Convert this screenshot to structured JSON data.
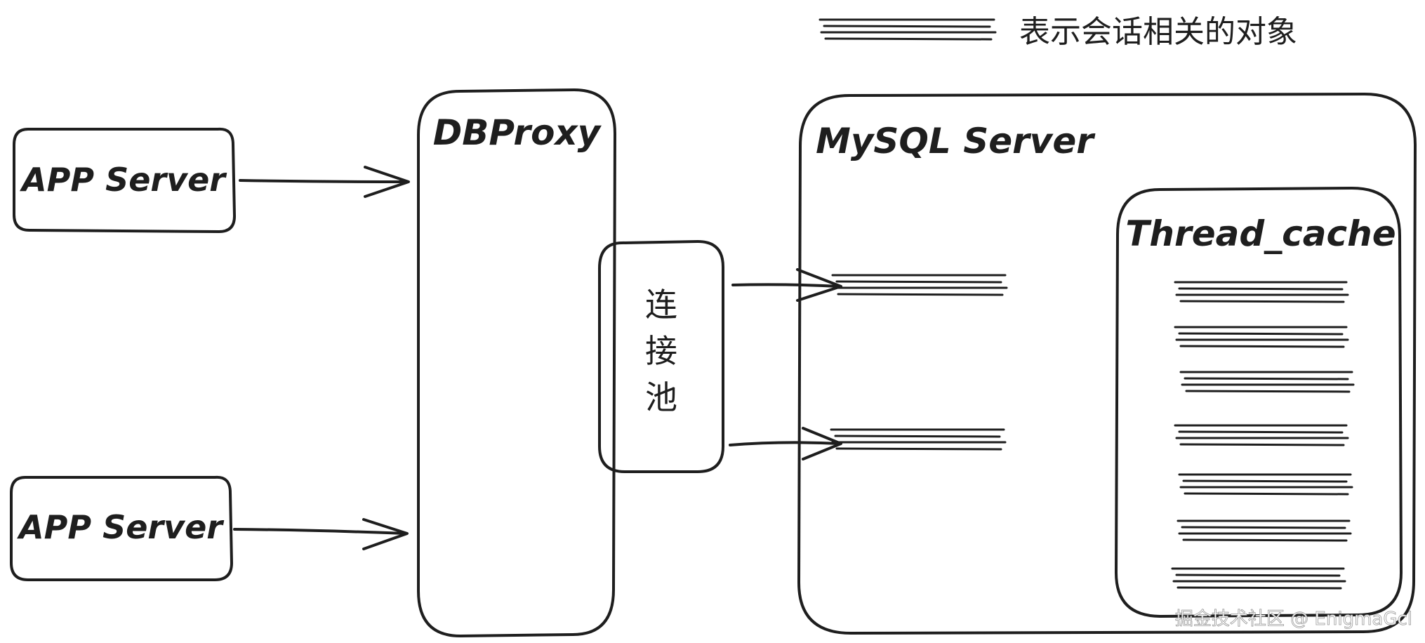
{
  "legend": {
    "label": "表示会话相关的对象"
  },
  "nodes": {
    "app_server_1": {
      "label": "APP Server"
    },
    "app_server_2": {
      "label": "APP Server"
    },
    "dbproxy": {
      "label": "DBProxy"
    },
    "connection_pool": {
      "label_chars": [
        "连",
        "接",
        "池"
      ]
    },
    "mysql_server": {
      "label": "MySQL Server"
    },
    "thread_cache": {
      "label": "Thread_cache"
    }
  },
  "watermark": {
    "text": "掘金技术社区 @ EnigmaGcl"
  }
}
